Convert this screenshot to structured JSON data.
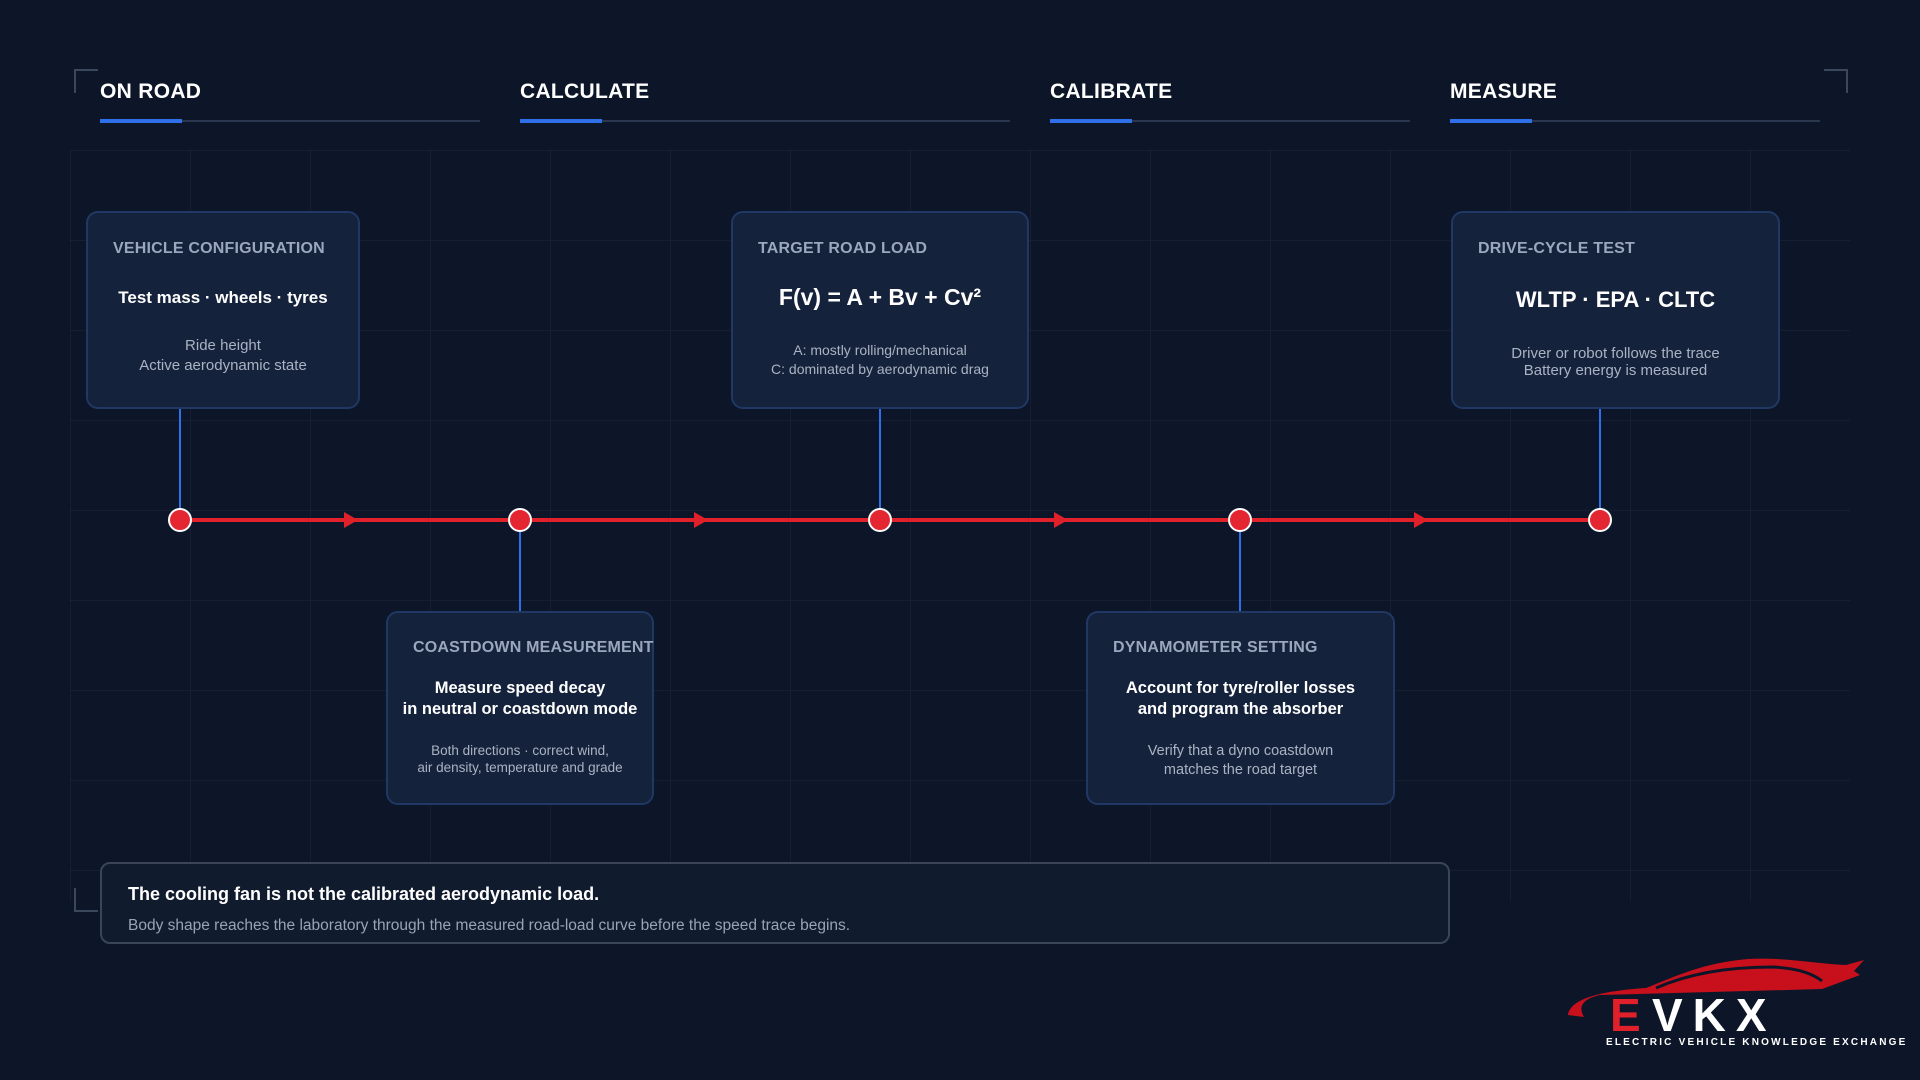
{
  "phases": [
    {
      "label": "ON ROAD"
    },
    {
      "label": "CALCULATE"
    },
    {
      "label": "CALIBRATE"
    },
    {
      "label": "MEASURE"
    }
  ],
  "cards": {
    "vehicle_configuration": {
      "title": "VEHICLE CONFIGURATION",
      "headline": "Test mass · wheels · tyres",
      "detail_1": "Ride height",
      "detail_2": "Active aerodynamic state"
    },
    "target_road_load": {
      "title": "TARGET ROAD LOAD",
      "headline": "F(v) = A + Bv + Cv²",
      "detail_1": "A: mostly rolling/mechanical",
      "detail_2": "C: dominated by aerodynamic drag"
    },
    "drive_cycle_test": {
      "title": "DRIVE-CYCLE TEST",
      "headline": "WLTP · EPA · CLTC",
      "detail_1": "Driver or robot follows the trace",
      "detail_2": "Battery energy is measured"
    },
    "coastdown_measurement": {
      "title": "COASTDOWN MEASUREMENT",
      "headline_1": "Measure speed decay",
      "headline_2": "in neutral or coastdown mode",
      "detail_1": "Both directions · correct wind,",
      "detail_2": "air density, temperature and grade"
    },
    "dynamometer_setting": {
      "title": "DYNAMOMETER SETTING",
      "headline_1": "Account for tyre/roller losses",
      "headline_2": "and program the absorber",
      "detail_1": "Verify that a dyno coastdown",
      "detail_2": "matches the road target"
    }
  },
  "note": {
    "title": "The cooling fan is not the calibrated aerodynamic load.",
    "text": "Body shape reaches the laboratory through the measured road-load curve before the speed trace begins."
  },
  "logo": {
    "wordmark": "EVKX",
    "tagline": "ELECTRIC VEHICLE KNOWLEDGE EXCHANGE"
  },
  "colors": {
    "background": "#0d1628",
    "accent_blue": "#2f6fe8",
    "timeline_red": "#e0202a",
    "card_fill": "#15223b",
    "card_border": "#1f3864"
  }
}
